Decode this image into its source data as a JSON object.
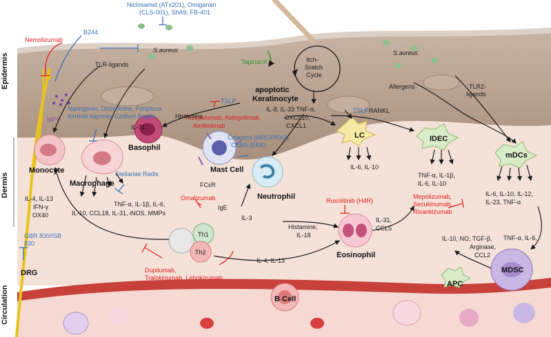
{
  "layers": {
    "epidermis": "Epidermis",
    "dermis": "Dermis",
    "circulation": "Circulation",
    "drg": "DRG"
  },
  "cells": {
    "apoptotic1": "apoptotic",
    "apoptotic2": "Keratinocyte",
    "basophil": "Basophil",
    "monocyte": "Monocyte",
    "macrophage": "Macrophage",
    "mast_cell": "Mast Cell",
    "neutrophil": "Neutrophil",
    "eosinophil": "Eosinophil",
    "lc": "LC",
    "idec": "IDEC",
    "mdcs": "mDCs",
    "mdsc": "MDSC",
    "b_cell": "B Cell",
    "apc": "APC",
    "th1": "Th1",
    "th2": "Th2"
  },
  "labels": {
    "saureus_top": "S.aureus",
    "saureus_right": "S.aureus",
    "tlr_ligands": "TLR-ligands",
    "itch1": "Itch-",
    "itch2": "Sratch",
    "itch3": "Cycle",
    "allergens": "Allergens",
    "tlr2_1": "TLR2-",
    "tlr2_2": "ligands",
    "npy": "NPY",
    "tslp_left": "TSLP",
    "tslp_right": "TSLP",
    "rankl": "RANKL",
    "kc_cyto1": "IL-8, IL-33 TNF-α,",
    "kc_cyto2": "CXCL10,",
    "kc_cyto3": "CXCL1",
    "il31_baso": "IL-31",
    "histamine_top": "Histamine",
    "lc_cyto": "IL-6, IL-10",
    "idec_cyto1": "TNF-α, IL-1β,",
    "idec_cyto2": "IL-6, IL-10",
    "mdcs_cyto1": "IL-6, IL-10, IL-12,",
    "mdcs_cyto2": "IL-23, TNF-α",
    "mono_cyto1": "IL-4, IL-13",
    "mono_cyto2": "IFN-γ",
    "mono_cyto3": "OX40",
    "mac_cyto1": "TNF-α, IL-1β, IL-6,",
    "mac_cyto2": "IL-10, CCL18, IL-31, iNOS,  MMPs",
    "fcer": "FCεR",
    "ige": "IgE",
    "il3": "IL-3",
    "hist_eos1": "Histamine,",
    "hist_eos2": "IL-18",
    "eos_cyto1": "IL-31,",
    "eos_cyto2": "CCL5",
    "il4_il13": "IL-4, IL-13",
    "mdsc_cyto1": "IL-10, NO, TGF-β,",
    "mdsc_cyto2": "Arginase,",
    "mdsc_cyto3": "CCL2",
    "mdsc_in": "TNF-α,  IL-6,"
  },
  "drugs": {
    "jak_top1": "Niclosamid (ATx201), Omiganan",
    "jak_top2": "(CLS-001), ShA9, FB-401",
    "nemolizumab": "Nemolizumab",
    "b244": "B244",
    "tapinarof": "Tapinarof",
    "naringenin1": "Naringenin, Dictamnine, Periploca",
    "naringenin2": "forrestii saponin, Codium fragile",
    "teze1": "Tezepelumab, Astegolimab,",
    "teze2": "Amlitelimab",
    "celastrol1": "Celastrol (MRGPRX2),",
    "celastrol2": "CKBA (ERK)",
    "stellariae": "Stellariae Radix",
    "omalizumab": "Omalizumab",
    "ruxolitinib": "Ruxolitinib (H4R)",
    "mepo1": "Mepolizumab,",
    "mepo2": "Secukinumab,",
    "mepo3": "Risankizumab",
    "gbr1": "GBR 830/ISB",
    "gbr2": "830",
    "dupi1": "Dupilumab,",
    "dupi2": "Tralokinumab, Lebrikizumab"
  },
  "colors": {
    "drug_red": "#e0221d",
    "drug_blue": "#3a72b5",
    "drug_green": "#2e9b2e",
    "epidermis": "#b29a86",
    "dermis": "#f3dcd2",
    "vessel": "#c8403a"
  }
}
